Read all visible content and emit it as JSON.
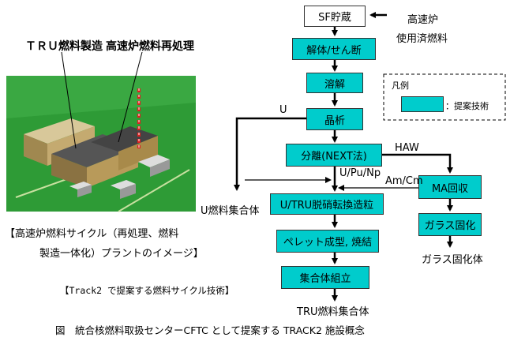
{
  "illustration": {
    "label_tru_fab": "ＴＲＵ燃料製造",
    "label_fbr_reproc": "高速炉燃料再処理",
    "caption_line1": "【高速炉燃料サイクル（再処理、燃料",
    "caption_line2": "製造一体化）プラントのイメージ】"
  },
  "track2_label": "【Track2 で提案する燃料サイクル技術】",
  "figure_caption": "図　統合核燃料取扱センターCFTC として提案する TRACK2 施設概念",
  "legend": {
    "title": "凡例",
    "item": "：提案技術",
    "swatch_color": "#00cccc"
  },
  "flow": {
    "input_note_line1": "高速炉",
    "input_note_line2": "使用済燃料",
    "boxes": {
      "sf_storage": "SF貯蔵",
      "disassembly": "解体/せん断",
      "dissolution": "溶解",
      "crystallization": "晶析",
      "separation": "分離(NEXT法)",
      "fabrication": "U/TRU脱硝転換造粒",
      "pellet": "ペレット成型, 焼結",
      "assembly": "集合体組立",
      "ma_recovery": "MA回収",
      "vitrification": "ガラス固化"
    },
    "labels": {
      "u": "U",
      "upunp": "U/Pu/Np",
      "haw": "HAW",
      "amcm": "Am/Cm",
      "u_assembly": "U燃料集合体",
      "tru_assembly": "TRU燃料集合体",
      "glass_product": "ガラス固化体"
    }
  },
  "colors": {
    "proposed": "#00cccc",
    "ground": "#2e9b36",
    "building": "#b89a5a"
  }
}
